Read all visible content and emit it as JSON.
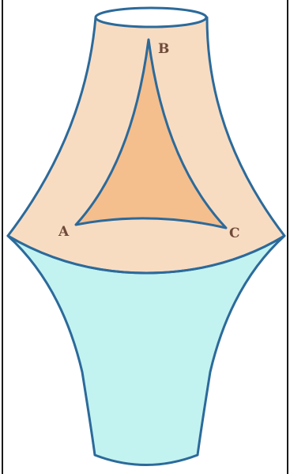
{
  "diagram": {
    "vertices": {
      "a": "A",
      "b": "B",
      "c": "C"
    },
    "colors": {
      "upper_surface": "#f8dcc2",
      "lower_surface": "#c2f3f1",
      "triangle_fill": "#f5be8d",
      "outline": "#2c6a9a",
      "label": "#6e4a3a",
      "frame": "#1a1a1a"
    }
  }
}
